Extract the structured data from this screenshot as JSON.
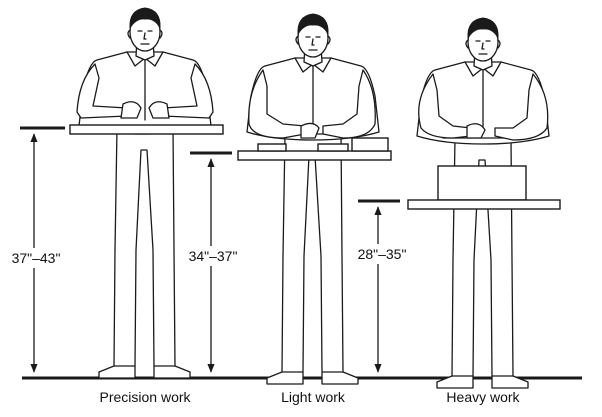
{
  "stations": [
    {
      "height_label": "37\"–43\"",
      "caption": "Precision work"
    },
    {
      "height_label": "34\"–37\"",
      "caption": "Light work"
    },
    {
      "height_label": "28\"–35\"",
      "caption": "Heavy work"
    }
  ],
  "colors": {
    "ink": "#1a1a1a",
    "background": "#ffffff"
  }
}
